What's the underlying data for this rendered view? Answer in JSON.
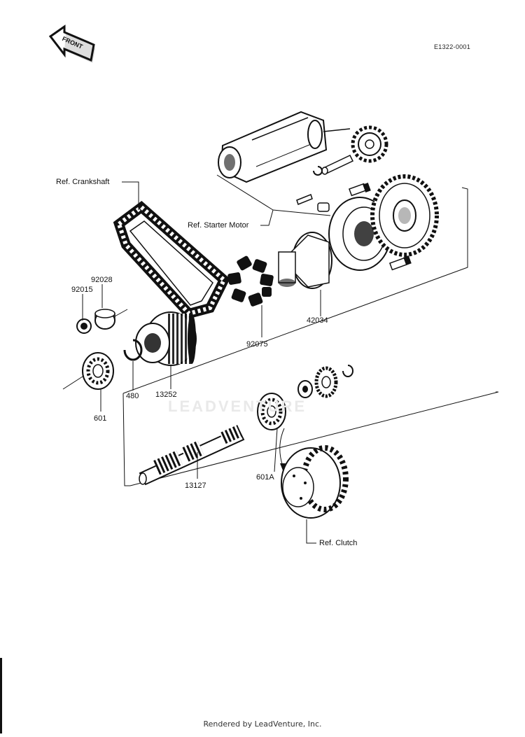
{
  "diagram": {
    "drawing_code": "E1322-0001",
    "front_label": "FRONT",
    "watermark": "LEADVENTURE",
    "labels": {
      "ref_crankshaft": "Ref. Crankshaft",
      "ref_starter_motor": "Ref. Starter Motor",
      "ref_clutch": "Ref. Clutch",
      "p92028": "92028",
      "p92015": "92015",
      "p42034": "42034",
      "p92075": "92075",
      "p480": "480",
      "p13252": "13252",
      "p601": "601",
      "p601a": "601A",
      "p13127": "13127"
    }
  },
  "footer": {
    "text": "Rendered by LeadVenture, Inc."
  }
}
